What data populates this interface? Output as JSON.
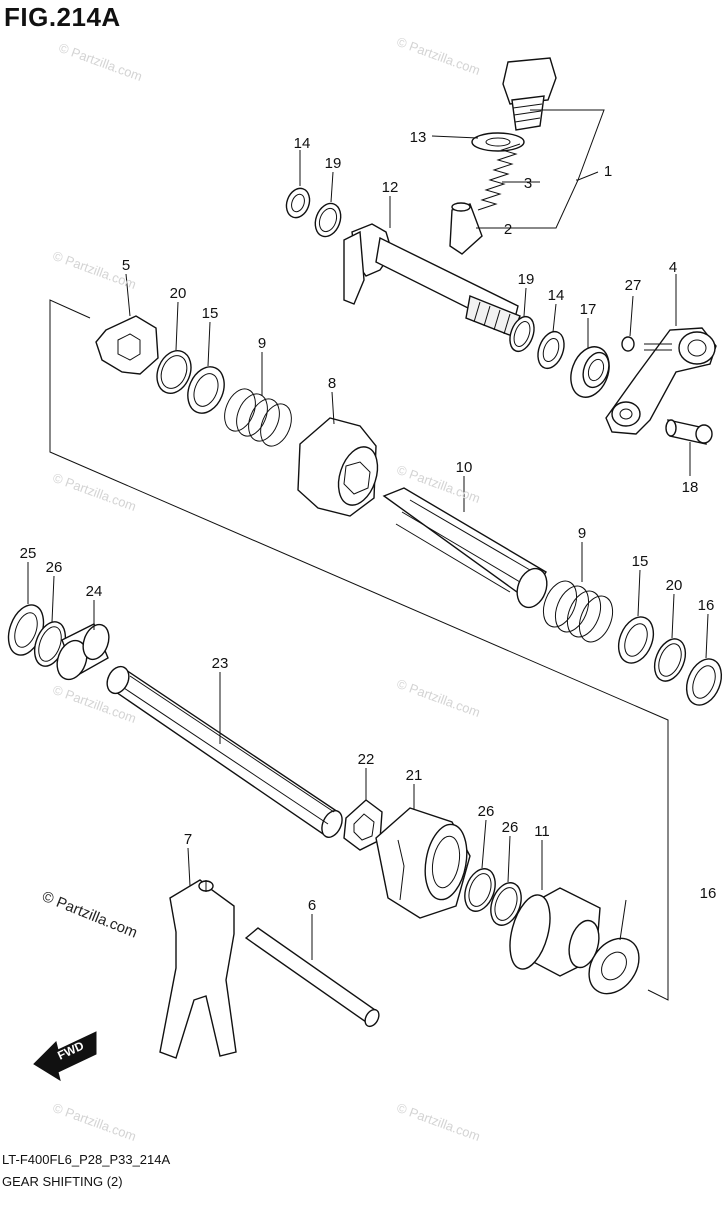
{
  "figure": {
    "title": "FIG.214A",
    "diagram_code": "LT-F400FL6_P28_P33_214A",
    "caption": "GEAR SHIFTING (2)",
    "credit": "© Partzilla.com",
    "watermark": "© Partzilla.com"
  },
  "callouts": [
    "1",
    "2",
    "3",
    "4",
    "5",
    "6",
    "7",
    "8",
    "9",
    "9",
    "10",
    "11",
    "12",
    "13",
    "14",
    "14",
    "15",
    "15",
    "16",
    "16",
    "17",
    "18",
    "19",
    "19",
    "20",
    "20",
    "21",
    "22",
    "23",
    "24",
    "25",
    "26",
    "26",
    "26",
    "27"
  ],
  "fwd_label": "FWD",
  "icons": {
    "fwd_arrow": "fwd-arrow-icon"
  }
}
